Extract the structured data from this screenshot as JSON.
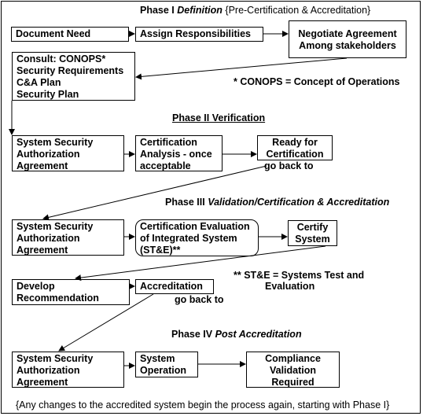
{
  "phase1": {
    "title_prefix": "Phase I",
    "title_italic": "Definition",
    "title_suffix": "{Pre-Certification & Accreditation}",
    "document_need": "Document Need",
    "assign_responsibilities": "Assign Responsibilities",
    "negotiate": "Negotiate Agreement\nAmong stakeholders",
    "consult": "Consult:  CONOPS*\nSecurity Requirements\nC&A Plan\nSecurity Plan",
    "footnote": "* CONOPS = Concept of Operations"
  },
  "phase2": {
    "title": "Phase II Verification",
    "ssaa": "System Security\nAuthorization\nAgreement",
    "cert_analysis": "Certification\nAnalysis - once\nacceptable",
    "ready": "Ready for\nCertification",
    "go_back": "go back to"
  },
  "phase3": {
    "title_prefix": "Phase III",
    "title_italic": "Validation/Certification & Accreditation",
    "ssaa": "System Security\nAuthorization\nAgreement",
    "cert_eval": "Certification Evaluation\nof Integrated System\n(ST&E)**",
    "certify": "Certify\nSystem",
    "develop": "Develop\nRecommendation",
    "accreditation": "Accreditation",
    "go_back": "go back to",
    "footnote_line1": "** ST&E = Systems Test and",
    "footnote_line2": "Evaluation"
  },
  "phase4": {
    "title_prefix": "Phase IV",
    "title_italic": "Post Accreditation",
    "ssaa": "System Security\nAuthorization\nAgreement",
    "operation": "System\nOperation",
    "compliance": "Compliance\nValidation\nRequired"
  },
  "footer": "{Any changes to the accredited system begin the process again, starting with Phase I}"
}
